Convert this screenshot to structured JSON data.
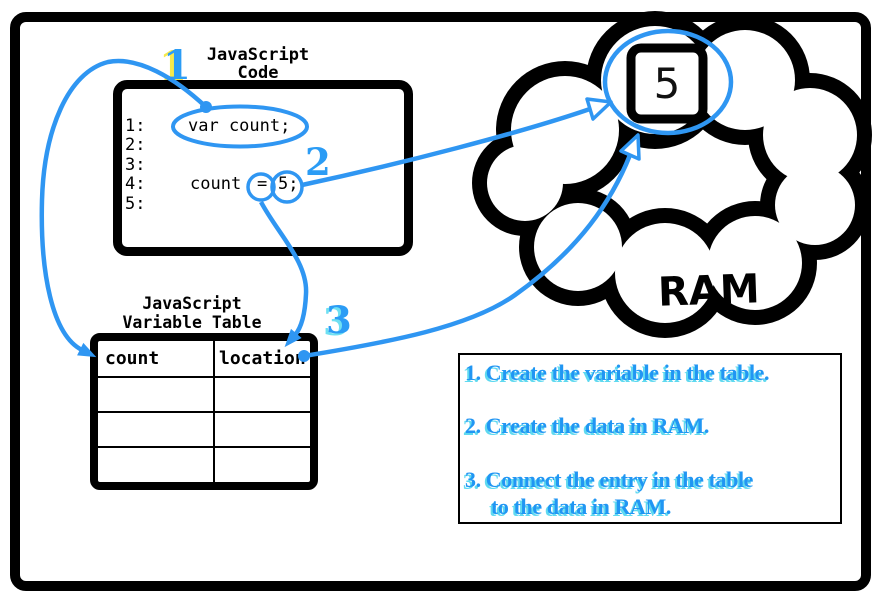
{
  "code_box": {
    "title": [
      "JavaScript",
      "Code"
    ],
    "line_numbers": [
      "1:",
      "2:",
      "3:",
      "4:",
      "5:"
    ],
    "declaration": "var count;",
    "assignment": {
      "variable": "count",
      "operator": "=",
      "value": "5;"
    }
  },
  "variable_table": {
    "title": [
      "JavaScript",
      "Variable Table"
    ],
    "headers": [
      "count",
      "location"
    ]
  },
  "ram": {
    "label": "RAM",
    "value": "5"
  },
  "steps": {
    "one": "1",
    "two": "2",
    "three": "3"
  },
  "legend": {
    "item1": "1. Create the variable in the table.",
    "item2": "2. Create the data in RAM.",
    "item3_line1": "3. Connect the entry in the table",
    "item3_line2": "to the data in RAM."
  },
  "colors": {
    "accent_blue": "#2f96f2",
    "legend_blue": "#2196f3",
    "legend_shadow_cyan": "#5fd9f0",
    "label_shadow_yellow": "#f6e94b",
    "label_shadow_cyan": "#6ee0f2"
  }
}
